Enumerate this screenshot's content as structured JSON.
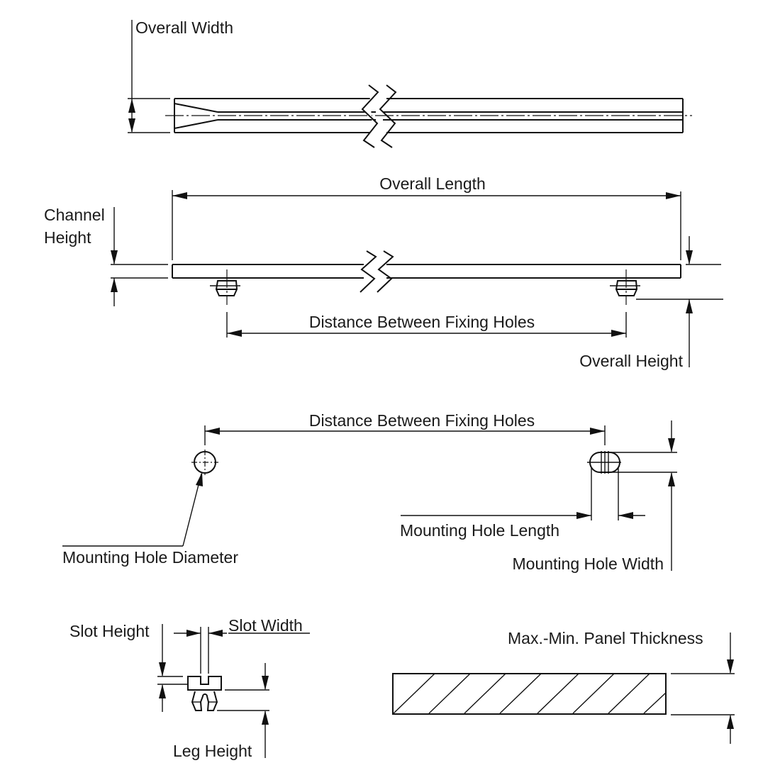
{
  "title": "Edge Channel Dimension Drawing",
  "colors": {
    "line": "#111111",
    "background": "#ffffff"
  },
  "views": {
    "top": {
      "labels": {
        "overall_width": "Overall Width"
      }
    },
    "side": {
      "labels": {
        "overall_length": "Overall Length",
        "channel_height_1": "Channel",
        "channel_height_2": "Height",
        "distance_between_fixing_holes": "Distance Between Fixing Holes",
        "overall_height": "Overall Height"
      }
    },
    "holes": {
      "labels": {
        "distance_between_fixing_holes": "Distance Between Fixing Holes",
        "mounting_hole_diameter": "Mounting Hole Diameter",
        "mounting_hole_length": "Mounting Hole Length",
        "mounting_hole_width": "Mounting Hole Width"
      }
    },
    "clip": {
      "labels": {
        "slot_height": "Slot Height",
        "slot_width": "Slot Width",
        "leg_height": "Leg Height"
      }
    },
    "panel": {
      "labels": {
        "panel_thickness": "Max.-Min. Panel Thickness"
      }
    }
  }
}
